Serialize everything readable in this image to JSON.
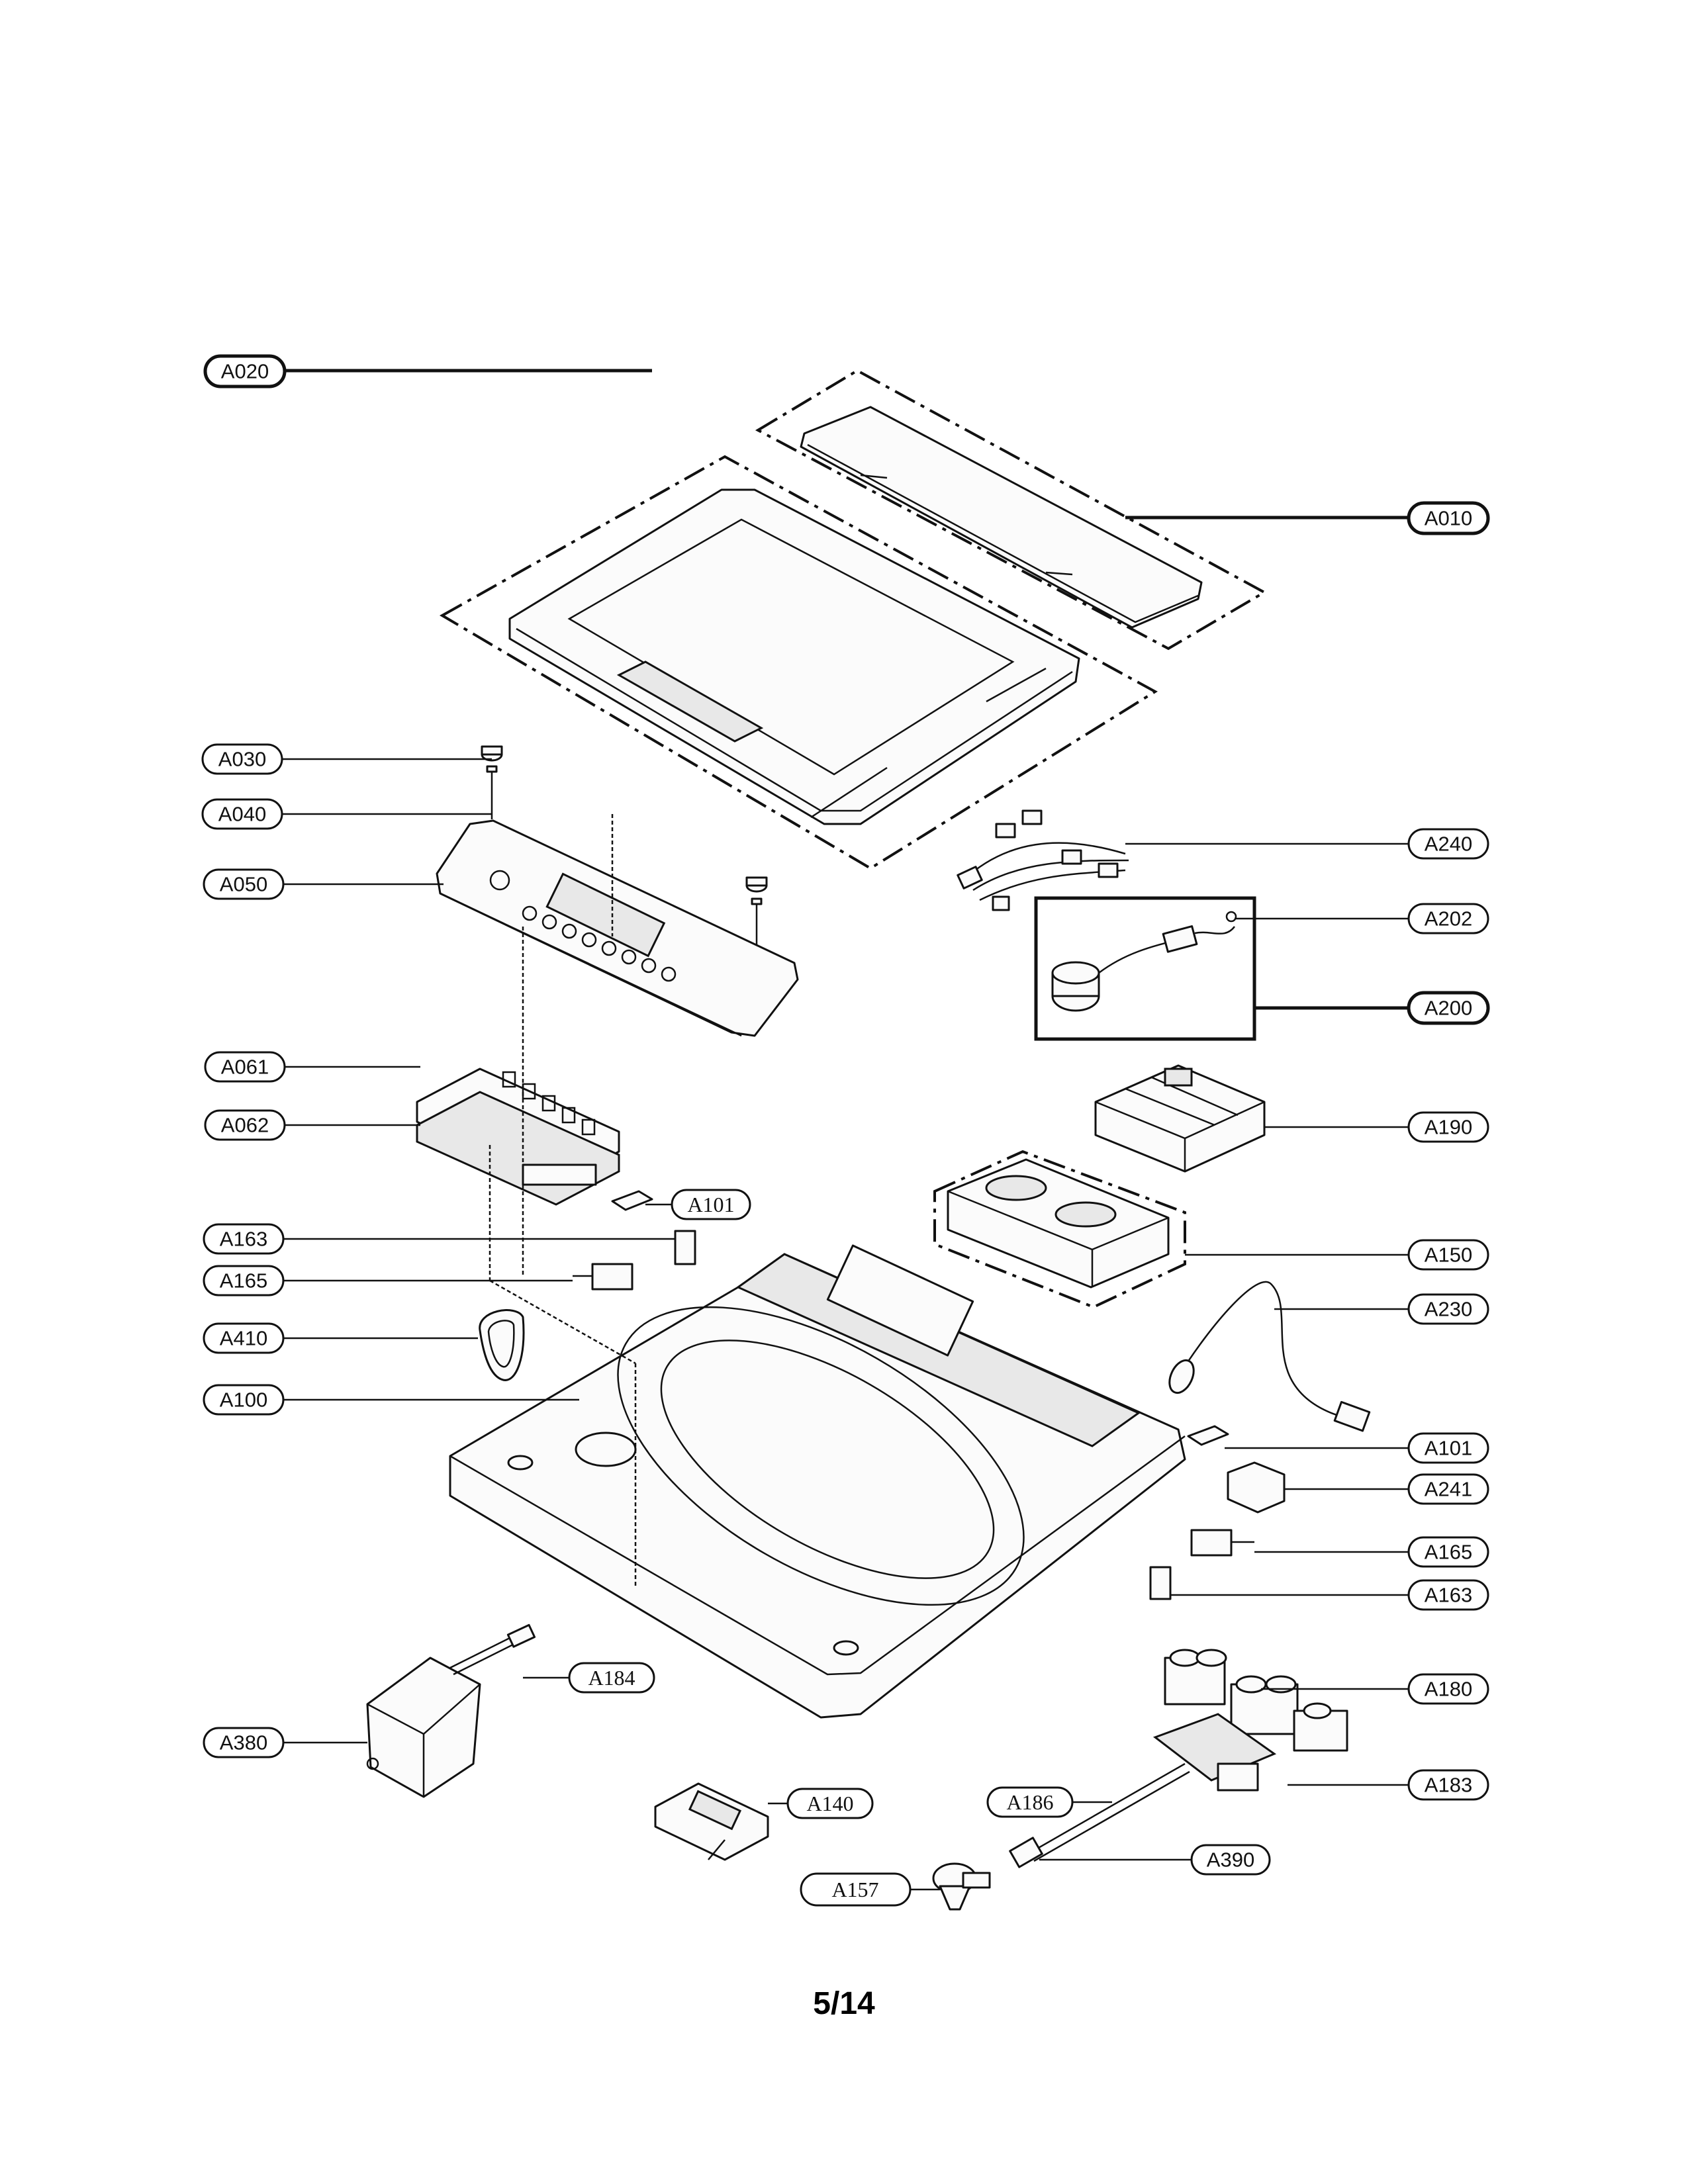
{
  "diagram": {
    "callouts": [
      {
        "id": "a020",
        "label": "A020"
      },
      {
        "id": "a010",
        "label": "A010"
      },
      {
        "id": "a030",
        "label": "A030"
      },
      {
        "id": "a040",
        "label": "A040"
      },
      {
        "id": "a050",
        "label": "A050"
      },
      {
        "id": "a240",
        "label": "A240"
      },
      {
        "id": "a202",
        "label": "A202"
      },
      {
        "id": "a200",
        "label": "A200"
      },
      {
        "id": "a061",
        "label": "A061"
      },
      {
        "id": "a062",
        "label": "A062"
      },
      {
        "id": "a190",
        "label": "A190"
      },
      {
        "id": "a101-left",
        "label": "A101"
      },
      {
        "id": "a163-left",
        "label": "A163"
      },
      {
        "id": "a150",
        "label": "A150"
      },
      {
        "id": "a165-left",
        "label": "A165"
      },
      {
        "id": "a230",
        "label": "A230"
      },
      {
        "id": "a410",
        "label": "A410"
      },
      {
        "id": "a100",
        "label": "A100"
      },
      {
        "id": "a101-right",
        "label": "A101"
      },
      {
        "id": "a241",
        "label": "A241"
      },
      {
        "id": "a165-right",
        "label": "A165"
      },
      {
        "id": "a163-right",
        "label": "A163"
      },
      {
        "id": "a184",
        "label": "A184"
      },
      {
        "id": "a180",
        "label": "A180"
      },
      {
        "id": "a380",
        "label": "A380"
      },
      {
        "id": "a183",
        "label": "A183"
      },
      {
        "id": "a140",
        "label": "A140"
      },
      {
        "id": "a186",
        "label": "A186"
      },
      {
        "id": "a390",
        "label": "A390"
      },
      {
        "id": "a157",
        "label": "A157"
      }
    ]
  },
  "page_number": "5/14"
}
